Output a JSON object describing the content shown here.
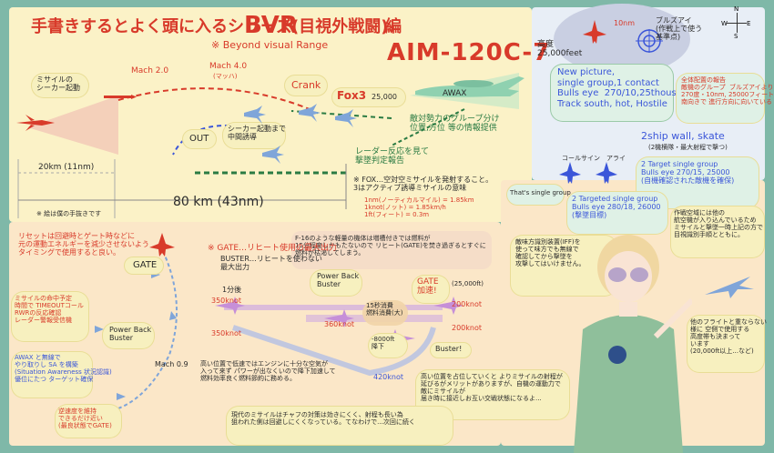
{
  "title": {
    "main_jp": "手書きするとよく頭に入るシリーズ",
    "bvr": "BVR",
    "paren": "(目視外戦闘)",
    "hen": "編",
    "sub": "※ Beyond visual Range"
  },
  "missile": "AIM-120C-7",
  "awacs": "AWAX",
  "top_panel": {
    "missile_label": "ミサイルの\nシーカー起動",
    "mach20": "Mach 2.0",
    "mach40": "Mach 4.0",
    "mach40_sub": "(マッハ)",
    "crank": "Crank",
    "fox3": "Fox3",
    "fox3_alt": "25,000",
    "crank_note": "シーカー起動まで\n中間誘導",
    "out": "OUT",
    "data_link": "敵対勢力のグループ分け\n位置,方位 等の情報提供",
    "radar_report": "レーダー反応を見て\n撃墜判定報告",
    "dist_small": "20km (11nm)",
    "dist_big": "80 km (43nm)",
    "note_small": "※ 絵は僕の手抜きです",
    "fox_def": "※ FOX…空対空ミサイルを発射すること。\n3はアクティブ誘導ミサイルの意味",
    "units": "1nm(ノーティカルマイル) = 1.85km\n1knot(ノット) = 1.85km/h\n1ft(フィート) = 0.3m"
  },
  "right_panel": {
    "alt": "高度\n25,000feet",
    "bullseye": "ブルズアイ\n(作戦上で使う\n基準点)",
    "range10": "10nm",
    "compass": [
      "N",
      "E",
      "W",
      "S"
    ],
    "bubble_awax": "New picture,\nsingle group,1 contact\nBulls eye  270/10,25thousand\nTrack south, hot, Hostile",
    "explain": "全体配置の報告\n敵機のグループ  ブルズアイより\n270度・10nm, 25000フィートの距離\n南向きで 進行方向に向いている 敵機体",
    "thats_single": "That's single group",
    "ship_wall": "2ship wall, skate",
    "ship_wall_sub": "(2機横隊・最大射程で撃つ)",
    "target_single": "2 Target single group\nBulls eye 270/15, 25000\n(自機確認された敵機を確保)",
    "targeted": "2 Targeted single group\nBulls eye 280/18, 26000\n(撃墜目標)",
    "callsign1": "コールサイン",
    "callsign2": "アライ"
  },
  "left_note": {
    "top": "リセットは回避時とゲート時などに\n元の運動エネルギーを減少させないよう\nタイミングで使用すると良い。",
    "gate": "GATE",
    "timeout": "ミサイルの命中予定\n時間で TIMEOUTコール\nRWRの反応確認\nレーダー警報受信機",
    "pbb": "Power Back\nBuster",
    "awax_sa": "AWAX と無線で\nやり取りし SA を構築\n(Situation Awareness 状況認識)\n優位にたつ ターゲット確保",
    "turn": "逆速度を維持\nできるだけ近い\n(最良状態でGATE)",
    "mach09": "Mach 0.9"
  },
  "mid_panel": {
    "gate_title": "※ GATE…リヒート使用の最大出力",
    "buster": "BUSTER…リヒートを使わない\n最大出力",
    "reheat": "F-16のような軽量の機体は増槽付きでは燃料が\n15分程度しかもたないので リヒート(GATE)を焚き過ぎるとすぐに\n燃料が枯渇してしまう。",
    "one_min": "1分後",
    "kt350a": "350knot",
    "kt350b": "350knot",
    "kt360": "360knot",
    "pbb": "Power Back\nBuster",
    "gate_accel": "GATE\n加速!",
    "gate_alt": "(25,000ft)",
    "kt200a": "200knot",
    "kt200b": "200knot",
    "fuel": "15秒消費\n燃料消費(大)",
    "descent": "-8000ft\n降下",
    "buster_btn": "Buster!",
    "kt420": "420knot",
    "note_speed": "高い位置で低速ではエンジンに十分な空気が\n入って来ず パワーが出なくいので降下加速して\n燃料効率良く燃料節約に務める。"
  },
  "bottom": {
    "advance": "高い位置を占位していくと よりミサイルの射程が延びるがメリットがありますが、自機の運動力で敵にミサイルが\n届き時に接近しお互い交戦状態になるよ... ",
    "modern": "現代のミサイルはチャフの対策は効きにくく、射程も長い為\n狙われた側は回避しにくくなっている。てなわけで...次回に続く"
  },
  "girl_note": {
    "flight_care": "作戦空域には他の\n航空機が入り込んでいるため\nミサイルと撃墜一時上記の方で\n目視識別手順とともに。",
    "enemy_id": "敵味方識別装置(IFF)を\n使って味方でも無線で\n確認してから撃墜を\n攻撃してはいけません。",
    "right_note": "他のフライトと重ならない\n様に 空側で使用する\n高度帯も決まって\nいます\n(20,000ft以上...など)"
  },
  "colors": {
    "bg": "#7fb8a8",
    "paper": "#fbf2c7",
    "bubble": "#f7f0bf",
    "red": "#d83a2a",
    "blue": "#3b56d9",
    "green": "#2a7b43",
    "jet": "#7fa5d9",
    "awacs": "#8fd1b0"
  }
}
